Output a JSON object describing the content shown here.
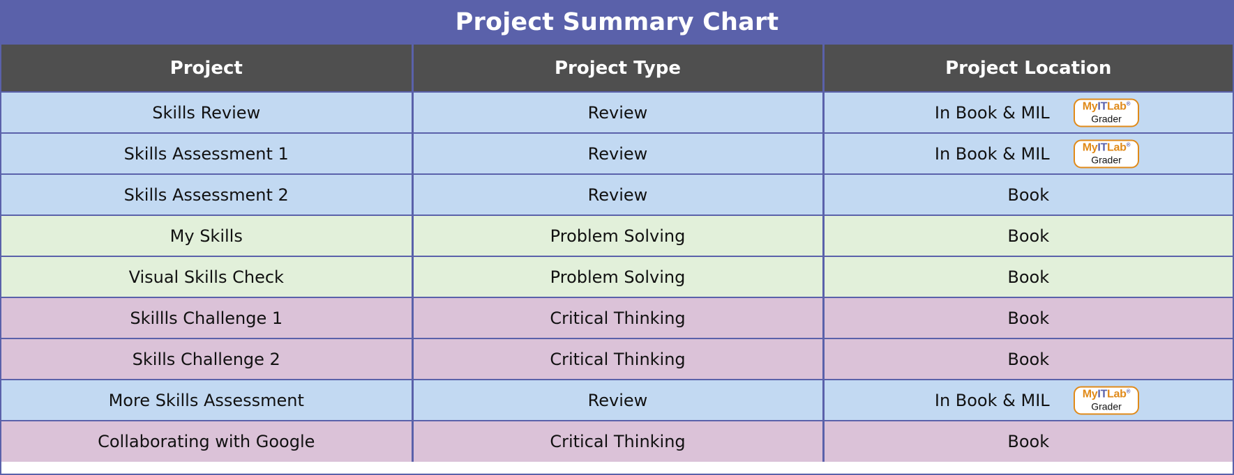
{
  "title": "Project Summary Chart",
  "headers": [
    "Project",
    "Project Type",
    "Project Location"
  ],
  "colors": {
    "header_bar": "#5a61aa",
    "column_header": "#4f4f4f",
    "review_row": "#c2d9f2",
    "problem_solving_row": "#e2f0da",
    "critical_thinking_row": "#dbc2d8",
    "badge_accent": "#e08a19"
  },
  "badge": {
    "my": "My",
    "it": "IT",
    "lab": "Lab",
    "reg": "®",
    "grader": "Grader"
  },
  "rows": [
    {
      "project": "Skills Review",
      "type": "Review",
      "location": "In Book & MIL",
      "badge": true
    },
    {
      "project": "Skills Assessment  1",
      "type": "Review",
      "location": "In Book & MIL",
      "badge": true
    },
    {
      "project": "Skills Assessment 2",
      "type": "Review",
      "location": "Book",
      "badge": false
    },
    {
      "project": "My Skills",
      "type": "Problem Solving",
      "location": "Book",
      "badge": false
    },
    {
      "project": "Visual Skills Check",
      "type": "Problem Solving",
      "location": "Book",
      "badge": false
    },
    {
      "project": "Skillls Challenge 1",
      "type": "Critical Thinking",
      "location": "Book",
      "badge": false
    },
    {
      "project": "Skills Challenge 2",
      "type": "Critical Thinking",
      "location": "Book",
      "badge": false
    },
    {
      "project": "More Skills Assessment",
      "type": "Review",
      "location": "In Book & MIL",
      "badge": true
    },
    {
      "project": "Collaborating with Google",
      "type": "Critical Thinking",
      "location": "Book",
      "badge": false
    }
  ]
}
